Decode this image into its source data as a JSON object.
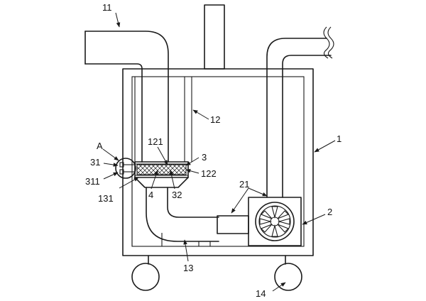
{
  "labels": {
    "l1": "1",
    "l2": "2",
    "l3": "3",
    "l4": "4",
    "l11": "11",
    "l12": "12",
    "l13": "13",
    "l14": "14",
    "l21": "21",
    "l31": "31",
    "l32": "32",
    "l121": "121",
    "l122": "122",
    "l131": "131",
    "l311": "311",
    "lA": "A"
  }
}
